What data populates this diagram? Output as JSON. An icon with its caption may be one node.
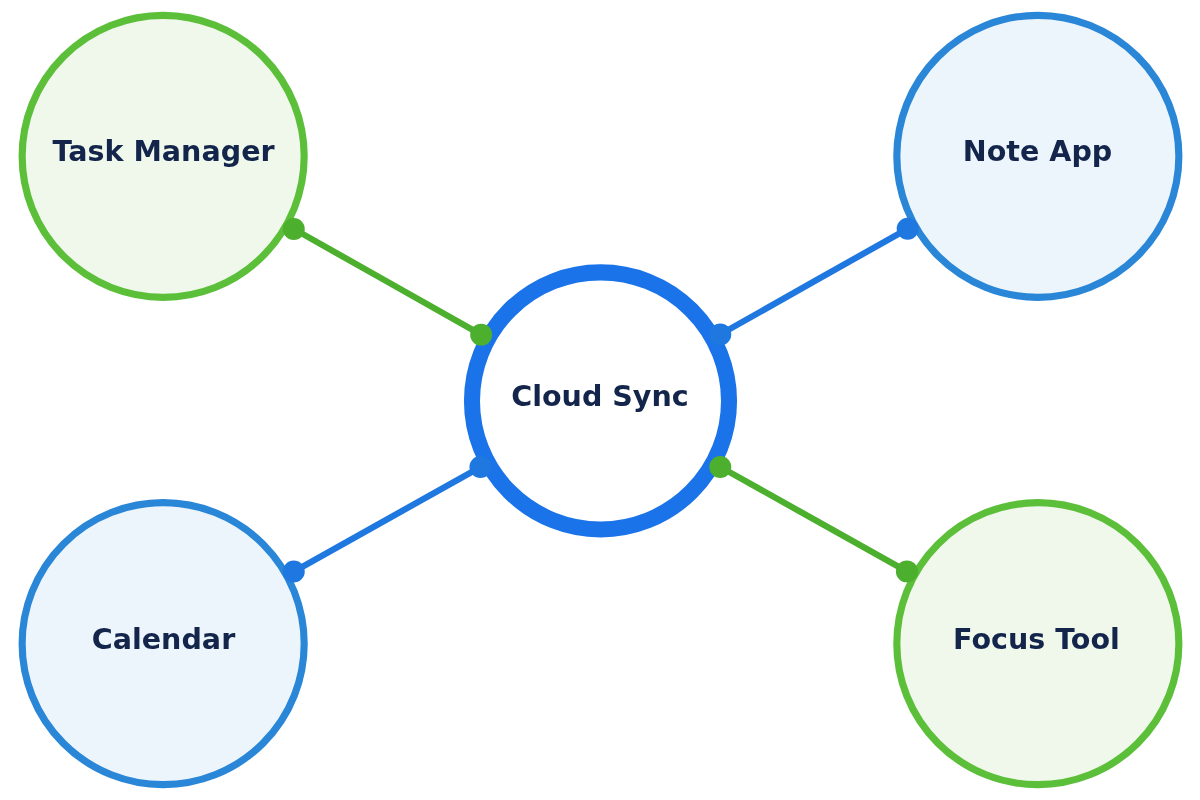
{
  "diagram": {
    "nodes": [
      {
        "text": [
          "Task Manager"
        ]
      },
      {
        "text": [
          "Note App"
        ]
      },
      {
        "text": [
          "Cloud Sync"
        ]
      },
      {
        "text": [
          "Calendar"
        ]
      },
      {
        "text": [
          "Focus Tool"
        ]
      }
    ],
    "edges": [
      {
        "from": 0,
        "to": 2,
        "arrow": "other",
        "color": "#4caf2e"
      },
      {
        "from": 2,
        "to": 1,
        "arrow": "other",
        "color": "#1f78e0"
      },
      {
        "from": 3,
        "to": 2,
        "arrow": "other",
        "color": "#1f78e0"
      },
      {
        "from": 2,
        "to": 4,
        "arrow": "other",
        "color": "#4caf2e"
      }
    ]
  }
}
